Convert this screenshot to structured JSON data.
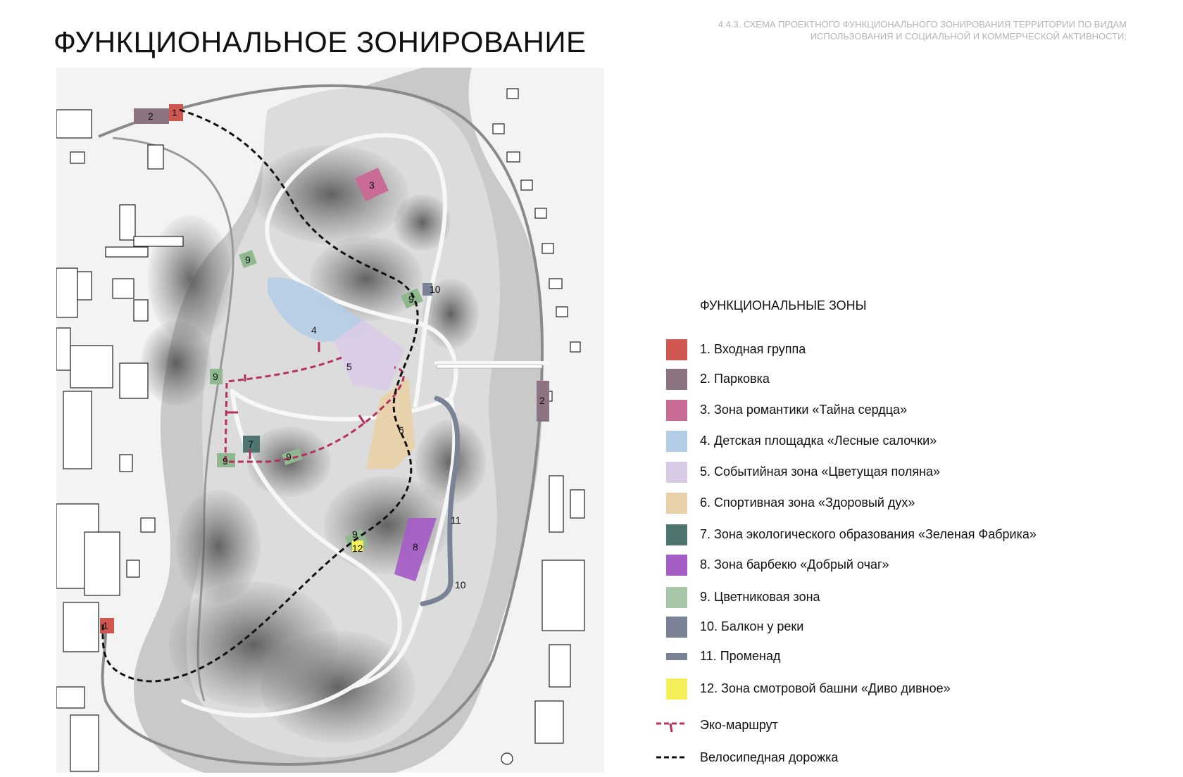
{
  "header": {
    "title": "ФУНКЦИОНАЛЬНОЕ ЗОНИРОВАНИЕ",
    "subtitle_line1": "4.4.3. СХЕМА ПРОЕКТНОГО ФУНКЦИОНАЛЬНОГО ЗОНИРОВАНИЯ ТЕРРИТОРИИ ПО ВИДАМ",
    "subtitle_line2": "ИСПОЛЬЗОВАНИЯ И СОЦИАЛЬНОЙ И КОММЕРЧЕСКОЙ АКТИВНОСТИ;"
  },
  "legend": {
    "title": "ФУНКЦИОНАЛЬНЫЕ ЗОНЫ",
    "items": [
      {
        "label": "1. Входная группа",
        "color": "#d0574f"
      },
      {
        "label": "2. Парковка",
        "color": "#8b7381"
      },
      {
        "label": "3. Зона романтики «Тайна сердца»",
        "color": "#c96b96"
      },
      {
        "label": "4. Детская площадка «Лесные салочки»",
        "color": "#b4cde6"
      },
      {
        "label": "5. Событийная зона «Цветущая поляна»",
        "color": "#d9cbe6"
      },
      {
        "label": "6. Спортивная зона «Здоровый дух»",
        "color": "#e8d1a9"
      },
      {
        "label": "7. Зона экологического образования «Зеленая Фабрика»",
        "color": "#4f7570"
      },
      {
        "label": "8. Зона барбекю «Добрый очаг»",
        "color": "#a55ec6"
      },
      {
        "label": "9. Цветниковая зона",
        "color": "#a8c7a8"
      },
      {
        "label": "10. Балкон у реки",
        "color": "#7a8296"
      },
      {
        "label": "11. Променад",
        "color": "#7a8296"
      },
      {
        "label": "12. Зона смотровой башни «Диво дивное»",
        "color": "#f6ef5c"
      }
    ],
    "eco_route": {
      "label": "Эко-маршрут",
      "color": "#b5305f"
    },
    "bike_path": {
      "label": "Велосипедная дорожка",
      "color": "#111111"
    }
  },
  "map": {
    "zone_labels": {
      "z1a": "1",
      "z1b": "1",
      "z2a": "2",
      "z2b": "2",
      "z3": "3",
      "z4": "4",
      "z5": "5",
      "z6": "6",
      "z7": "7",
      "z8": "8",
      "z9a": "9",
      "z9b": "9",
      "z9c": "9",
      "z9d": "9",
      "z9e": "9",
      "z9f": "9",
      "z10a": "10",
      "z10b": "10",
      "z11": "11",
      "z12": "12"
    }
  }
}
